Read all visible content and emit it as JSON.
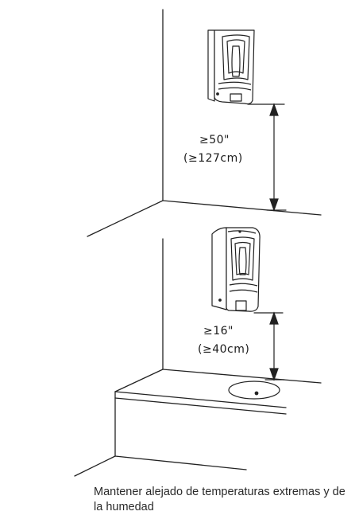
{
  "upper_measurement": {
    "imperial": "≥50\"",
    "metric": "(≥127cm)"
  },
  "lower_measurement": {
    "imperial": "≥16\"",
    "metric": "(≥40cm)"
  },
  "caption": "Mantener alejado de temperaturas extremas y de la humedad",
  "line_color": "#222222"
}
